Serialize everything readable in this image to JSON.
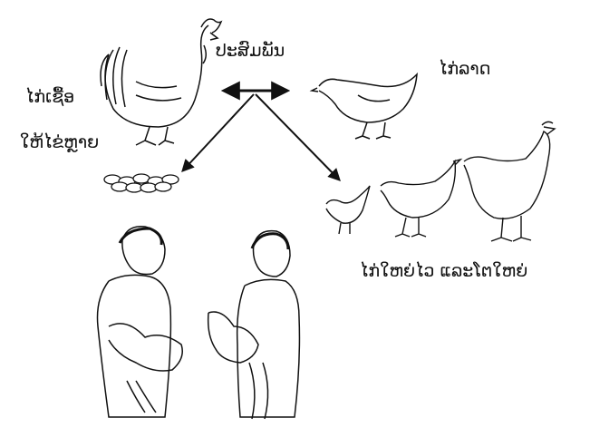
{
  "labels": {
    "crossbreed": "ປະສົມພັນ",
    "local_hen": "ໄກ່ລາດ",
    "foreign_rooster": "ໄກ່ເຊື້ອ",
    "more_eggs": "ໃຫ້ໄຂ່ຫຼາຍ",
    "fast_growth": "ໄກ່ໃຫຍ່ໄວ ແລະໂຕໃຫຍ່"
  },
  "colors": {
    "ink": "#111111",
    "paper": "#ffffff"
  }
}
